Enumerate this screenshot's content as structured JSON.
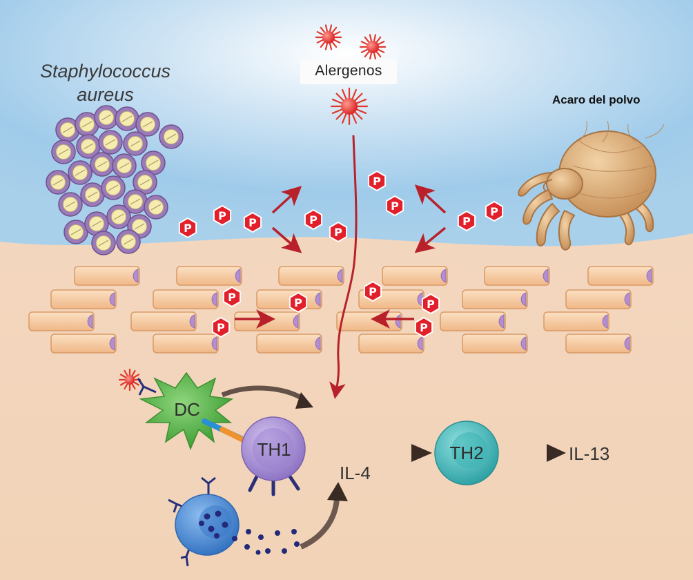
{
  "labels": {
    "staphylococcus_line1": "Staphylococcus",
    "staphylococcus_line2": "aureus",
    "alergenos": "Alergenos",
    "acaro": "Acaro del polvo",
    "dc": "DC",
    "th1": "TH1",
    "th2": "TH2",
    "il4": "IL-4",
    "il13": "IL-13",
    "protease": "P"
  },
  "colors": {
    "sky_top": "#f1f4f8",
    "sky_blue": "#9fcbea",
    "tissue": "#f3d9c4",
    "epithelial_cell": "#f6cfa8",
    "epithelial_border": "#d99a66",
    "nucleus": "#b48fd0",
    "protease_red": "#e2202b",
    "arrow_red": "#b8212a",
    "dc_green": "#5fbf4f",
    "th1_purple": "#a48ad2",
    "th2_teal": "#48b6b8",
    "mast_blue": "#4e8bd6",
    "granule": "#242a7a",
    "staph_purple": "#8c6aa8",
    "staph_cream": "#f6ecb0",
    "mite_tan": "#d9a978"
  },
  "icons": [
    "staphylococcus-cluster",
    "dust-mite",
    "allergen-spike-ball",
    "protease-hexagon",
    "dendritic-cell",
    "th1-cell",
    "th2-cell",
    "mast-cell",
    "epithelial-cell"
  ]
}
